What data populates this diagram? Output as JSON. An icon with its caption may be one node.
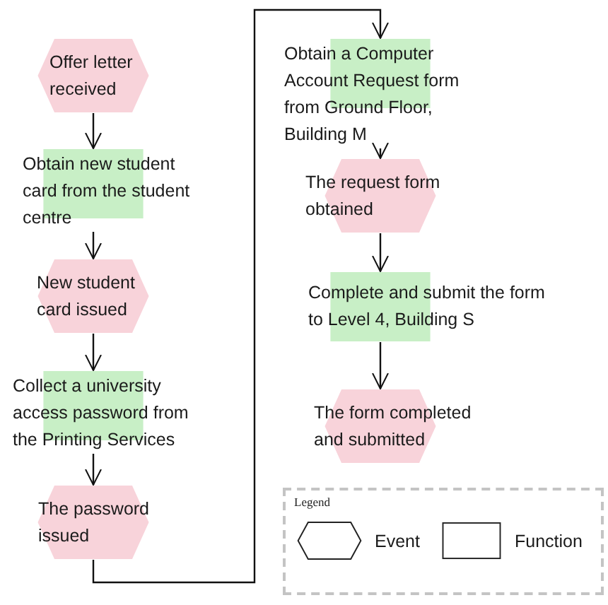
{
  "diagram": {
    "nodes": [
      {
        "text": [
          "Offer letter received"
        ]
      },
      {
        "text": [
          "Obtain new student card from the student centre"
        ]
      },
      {
        "text": [
          "New student card issued"
        ]
      },
      {
        "text": [
          "Collect a university access password from the Printing Services"
        ]
      },
      {
        "text": [
          "The password issued"
        ]
      },
      {
        "text": [
          "Obtain a Computer Account Request form from Ground Floor, Building M"
        ]
      },
      {
        "text": [
          "The request form obtained"
        ]
      },
      {
        "text": [
          "Complete and submit the form to Level 4, Building S"
        ]
      },
      {
        "text": [
          "The form completed and submitted"
        ]
      }
    ],
    "edges": [
      {
        "from": 0,
        "to": 1,
        "arrow": "to"
      },
      {
        "from": 1,
        "to": 2,
        "arrow": "to"
      },
      {
        "from": 2,
        "to": 3,
        "arrow": "to"
      },
      {
        "from": 3,
        "to": 4,
        "arrow": "to"
      },
      {
        "from": 4,
        "to": 5,
        "arrow": "to"
      },
      {
        "from": 5,
        "to": 6,
        "arrow": "to"
      },
      {
        "from": 6,
        "to": 7,
        "arrow": "to"
      },
      {
        "from": 7,
        "to": 8,
        "arrow": "to"
      }
    ],
    "labels": [
      "Legend"
    ],
    "legend": [
      {
        "text": "Event"
      },
      {
        "text": "Function"
      }
    ]
  }
}
